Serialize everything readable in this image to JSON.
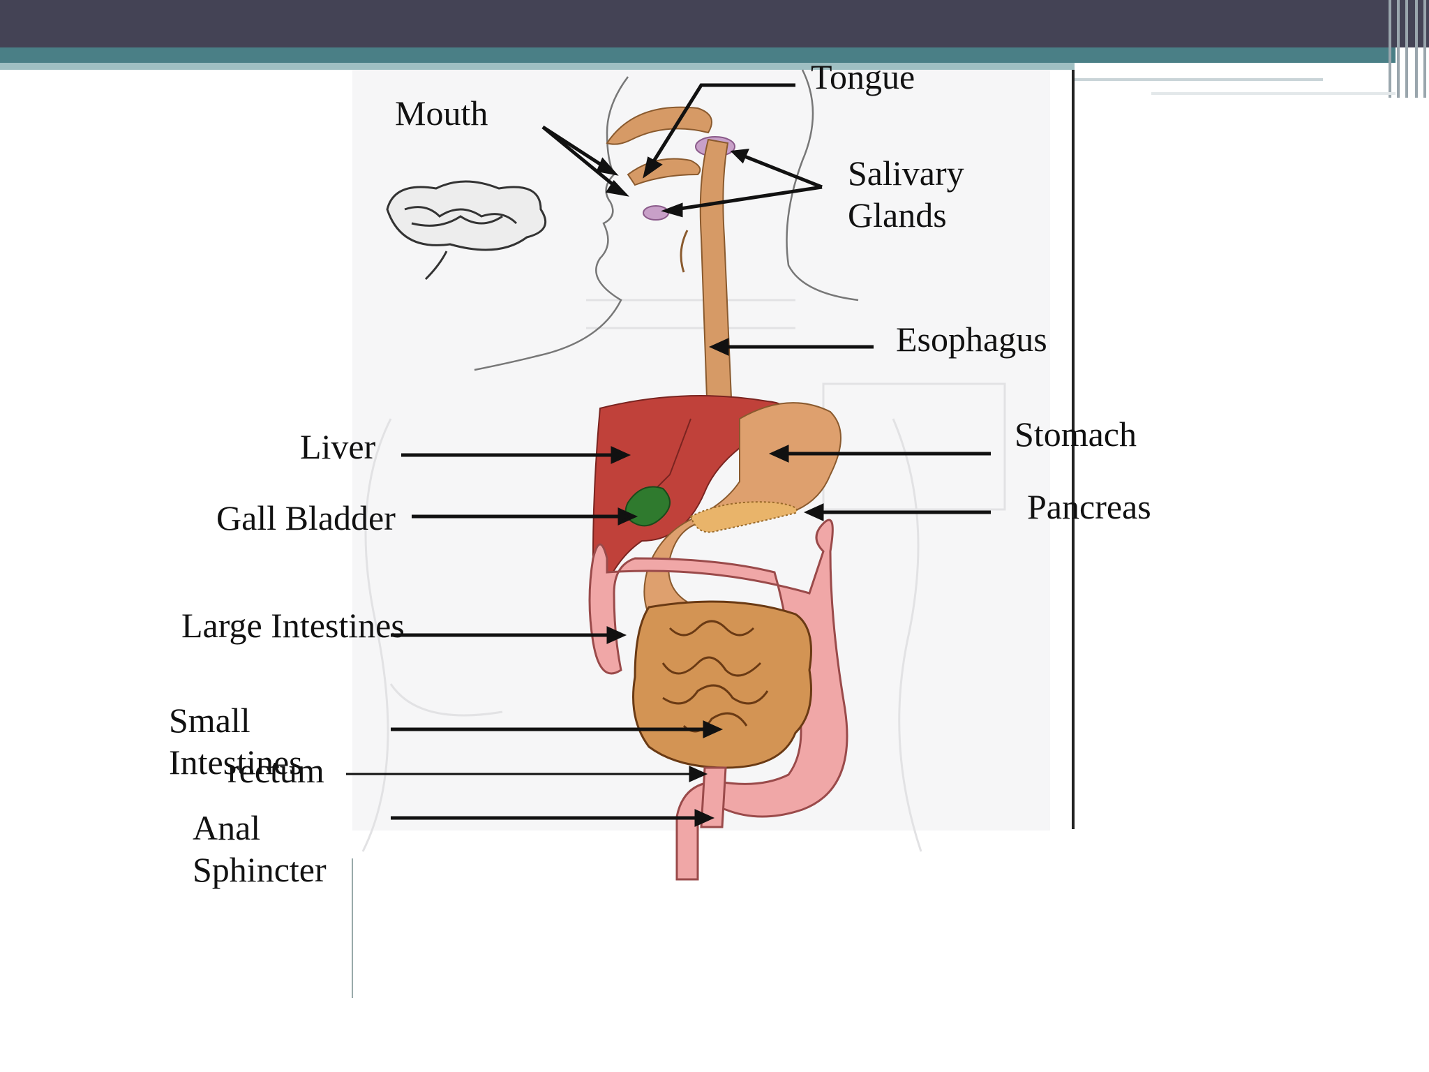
{
  "colors": {
    "header_dark": "#444355",
    "header_teal": "#4a7f86",
    "header_teal_light": "#9fbfc2",
    "liver": "#c0413a",
    "stomach": "#dea06e",
    "large_intestine": "#f0a7a7",
    "small_intestine": "#d39454",
    "gall_bladder": "#2f7a2e",
    "salivary": "#c8a0c8"
  },
  "labels": {
    "tongue": "Tongue",
    "mouth": "Mouth",
    "salivary_glands": "Salivary\nGlands",
    "esophagus": "Esophagus",
    "liver": "Liver",
    "stomach": "Stomach",
    "gall_bladder": "Gall Bladder",
    "pancreas": "Pancreas",
    "large_intestines": "Large Intestines",
    "small_intestines": "Small\nIntestines",
    "rectum": "rectum",
    "anal_sphincter": "Anal\nSphincter"
  },
  "icons": [
    "digestive-system-illustration",
    "brain-sketch"
  ]
}
